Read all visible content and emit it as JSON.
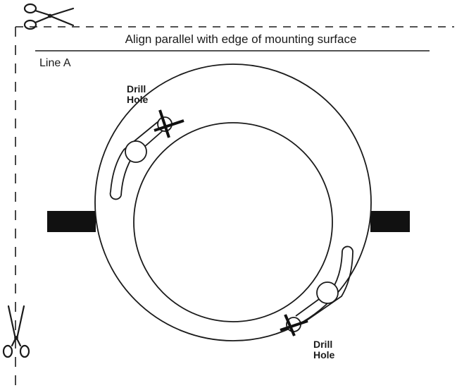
{
  "template": {
    "instruction": "Align parallel with edge of mounting surface",
    "line_label": "Line A",
    "drill_hole_top": {
      "line1": "Drill",
      "line2": "Hole"
    },
    "drill_hole_bottom": {
      "line1": "Drill",
      "line2": "Hole"
    }
  },
  "icons": [
    "scissors-icon-top",
    "scissors-icon-left"
  ],
  "colors": {
    "ink": "#1a1a1a",
    "background": "#ffffff"
  }
}
